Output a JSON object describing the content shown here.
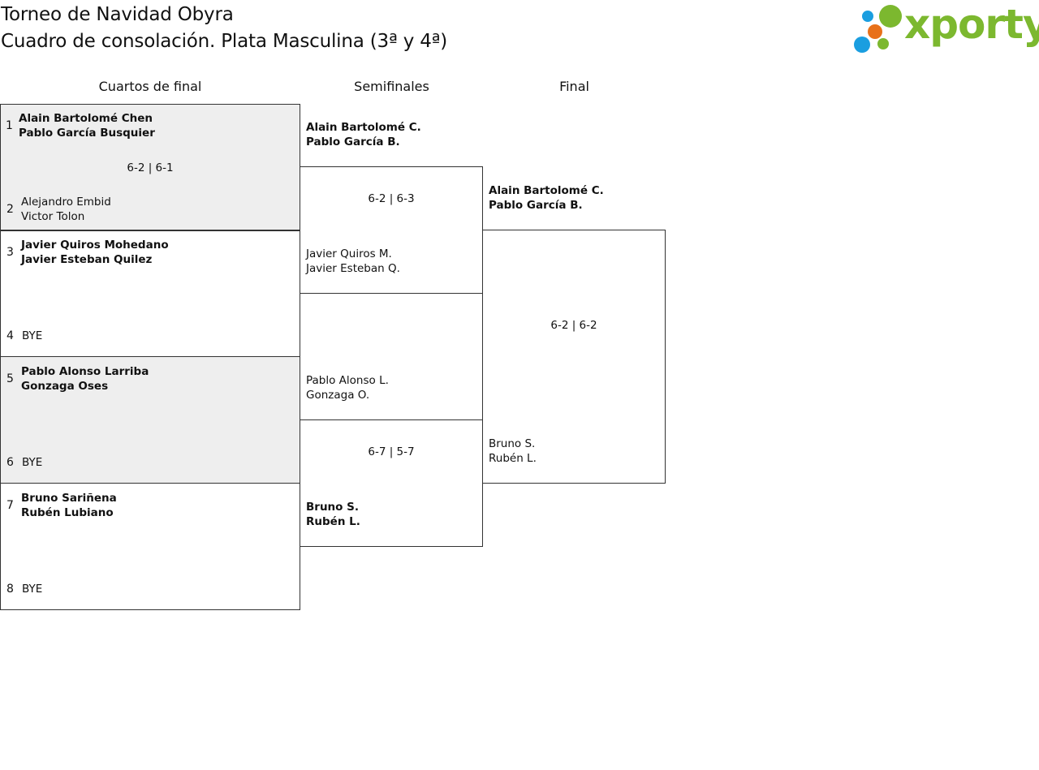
{
  "header": {
    "title": "Torneo de Navidad Obyra",
    "subtitle": "Cuadro de consolación. Plata Masculina (3ª y 4ª)",
    "logo_text": "xporty",
    "logo_colors": {
      "text": "#7cb82f",
      "dot_blue": "#1a9ee0",
      "dot_orange": "#e8711a",
      "dot_green": "#7cb82f"
    }
  },
  "columns": {
    "quarterfinals": "Cuartos de final",
    "semifinals": "Semifinales",
    "final": "Final"
  },
  "quarterfinals": [
    {
      "seed_a": "1",
      "a1": "Alain Bartolomé Chen",
      "a2": "Pablo García Busquier",
      "seed_b": "2",
      "b1": "Alejandro Embid",
      "b2": "Victor Tolon",
      "score": "6-2 | 6-1"
    },
    {
      "seed_a": "3",
      "a1": "Javier Quiros Mohedano",
      "a2": "Javier Esteban Quilez",
      "seed_b": "4",
      "b1": "BYE",
      "score": ""
    },
    {
      "seed_a": "5",
      "a1": "Pablo Alonso Larriba",
      "a2": "Gonzaga Oses",
      "seed_b": "6",
      "b1": "BYE",
      "score": ""
    },
    {
      "seed_a": "7",
      "a1": "Bruno Sariñena",
      "a2": "Rubén Lubiano",
      "seed_b": "8",
      "b1": "BYE",
      "score": ""
    }
  ],
  "semifinals": [
    {
      "a1": "Alain Bartolomé C.",
      "a2": "Pablo García B.",
      "b1": "Javier Quiros M.",
      "b2": "Javier Esteban Q.",
      "score": "6-2 | 6-3"
    },
    {
      "a1": "Pablo Alonso L.",
      "a2": "Gonzaga O.",
      "b1": "Bruno S.",
      "b2": "Rubén L.",
      "score": "6-7 | 5-7"
    }
  ],
  "final": {
    "a1": "Alain Bartolomé C.",
    "a2": "Pablo García B.",
    "b1": "Bruno S.",
    "b2": "Rubén L.",
    "score": "6-2 | 6-2"
  }
}
